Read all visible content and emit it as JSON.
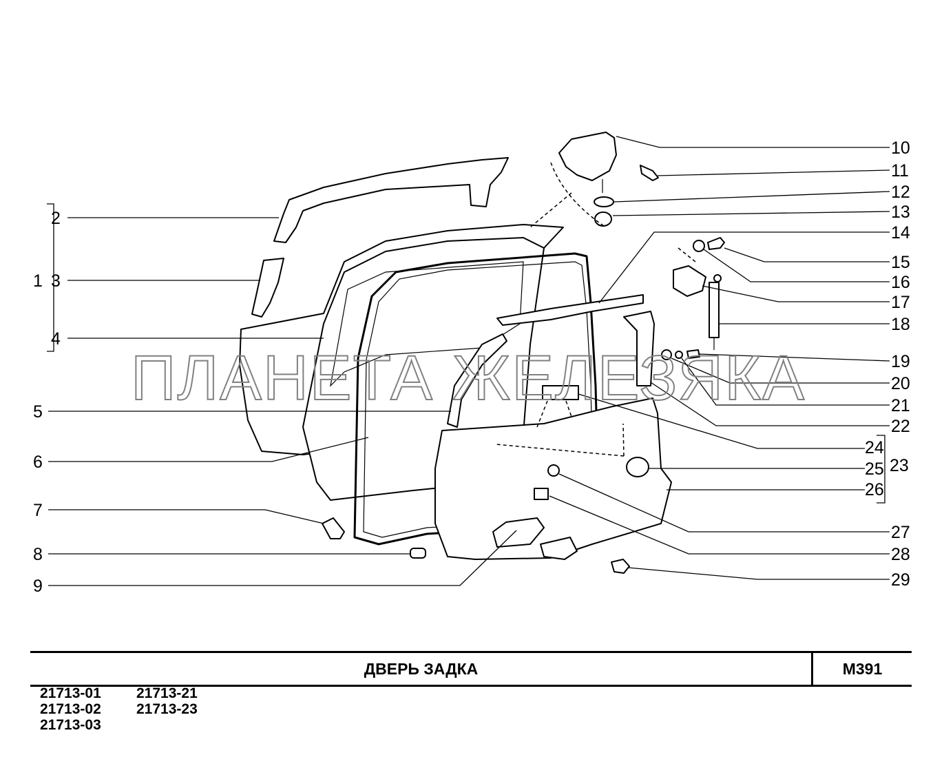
{
  "diagram": {
    "title": "ДВЕРЬ   ЗАДКА",
    "code": "M391",
    "watermark": "ПЛАНЕТА ЖЕЛЕЗЯКА",
    "models": [
      "21713-01",
      "21713-21",
      "21713-02",
      "21713-23",
      "21713-03"
    ],
    "callouts": [
      "1",
      "2",
      "3",
      "4",
      "5",
      "6",
      "7",
      "8",
      "9",
      "10",
      "11",
      "12",
      "13",
      "14",
      "15",
      "16",
      "17",
      "18",
      "19",
      "20",
      "21",
      "22",
      "23",
      "24",
      "25",
      "26",
      "27",
      "28",
      "29"
    ]
  }
}
